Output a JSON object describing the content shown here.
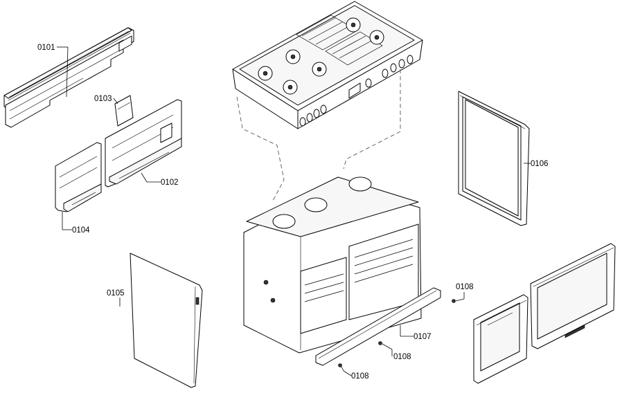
{
  "diagram": {
    "callouts": [
      {
        "id": "0101",
        "text": "0101"
      },
      {
        "id": "0102",
        "text": "0102"
      },
      {
        "id": "0103",
        "text": "0103"
      },
      {
        "id": "0104",
        "text": "0104"
      },
      {
        "id": "0105",
        "text": "0105"
      },
      {
        "id": "0106",
        "text": "0106"
      },
      {
        "id": "0107",
        "text": "0107"
      },
      {
        "id": "0108a",
        "text": "0108"
      },
      {
        "id": "0108b",
        "text": "0108"
      },
      {
        "id": "0108c",
        "text": "0108"
      }
    ]
  }
}
